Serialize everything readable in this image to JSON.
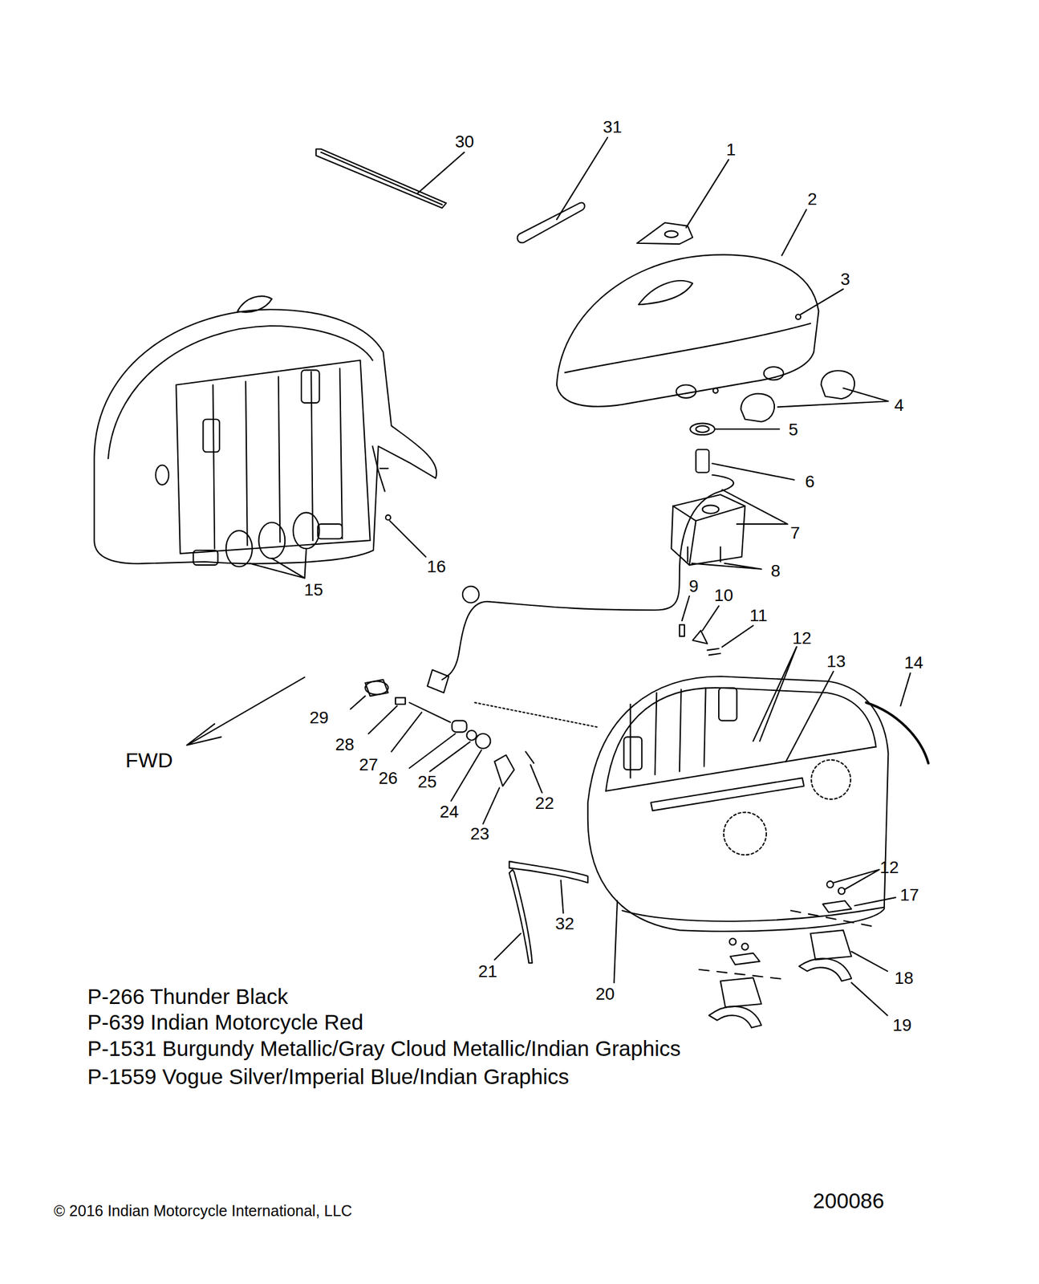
{
  "diagram": {
    "labels": [
      "30",
      "31",
      "1",
      "2",
      "3",
      "4",
      "5",
      "6",
      "7",
      "8",
      "16",
      "15",
      "9",
      "10",
      "11",
      "12",
      "13",
      "14",
      "29",
      "28",
      "27",
      "26",
      "25",
      "24",
      "22",
      "23",
      "FWD",
      "12",
      "17",
      "32",
      "18",
      "21",
      "20",
      "19",
      "P-266  Thunder Black",
      "P-639  Indian Motorcycle Red",
      "P-1531 Burgundy Metallic/Gray Cloud Metallic/Indian Graphics",
      "P-1559 Vogue Silver/Imperial Blue/Indian Graphics",
      "© 2016 Indian Motorcycle International, LLC",
      "200086"
    ]
  }
}
